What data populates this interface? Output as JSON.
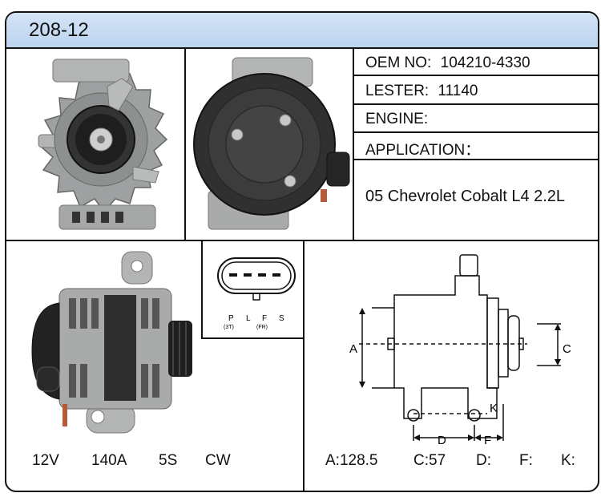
{
  "part_number": "208-12",
  "specs": {
    "oem_label": "OEM NO:",
    "oem_value": "104210-4330",
    "lester_label": "LESTER:",
    "lester_value": "11140",
    "engine_label": "ENGINE:",
    "engine_value": "",
    "application_label": "APPLICATION：",
    "application_value": "05 Chevrolet Cobalt L4 2.2L"
  },
  "electrical": {
    "voltage": "12V",
    "amperage": "140A",
    "pulley": "5S",
    "rotation": "CW"
  },
  "connector": {
    "pins": [
      "P",
      "L",
      "F",
      "S"
    ],
    "sub_labels": [
      "(3T)",
      "(FR)"
    ]
  },
  "dimensions": {
    "labels": [
      "A",
      "C",
      "D",
      "F",
      "K"
    ],
    "A": "A:128.5",
    "C": "C:57",
    "D": "D:",
    "F": "F:",
    "K": "K:"
  },
  "colors": {
    "header": "#c5daf2",
    "border": "#111111",
    "housing": "#a9abab",
    "dark": "#2a2a2a"
  },
  "icons": [
    "alternator-front-photo",
    "alternator-rear-photo",
    "alternator-side-photo",
    "connector-plug-diagram",
    "dimension-drawing"
  ]
}
